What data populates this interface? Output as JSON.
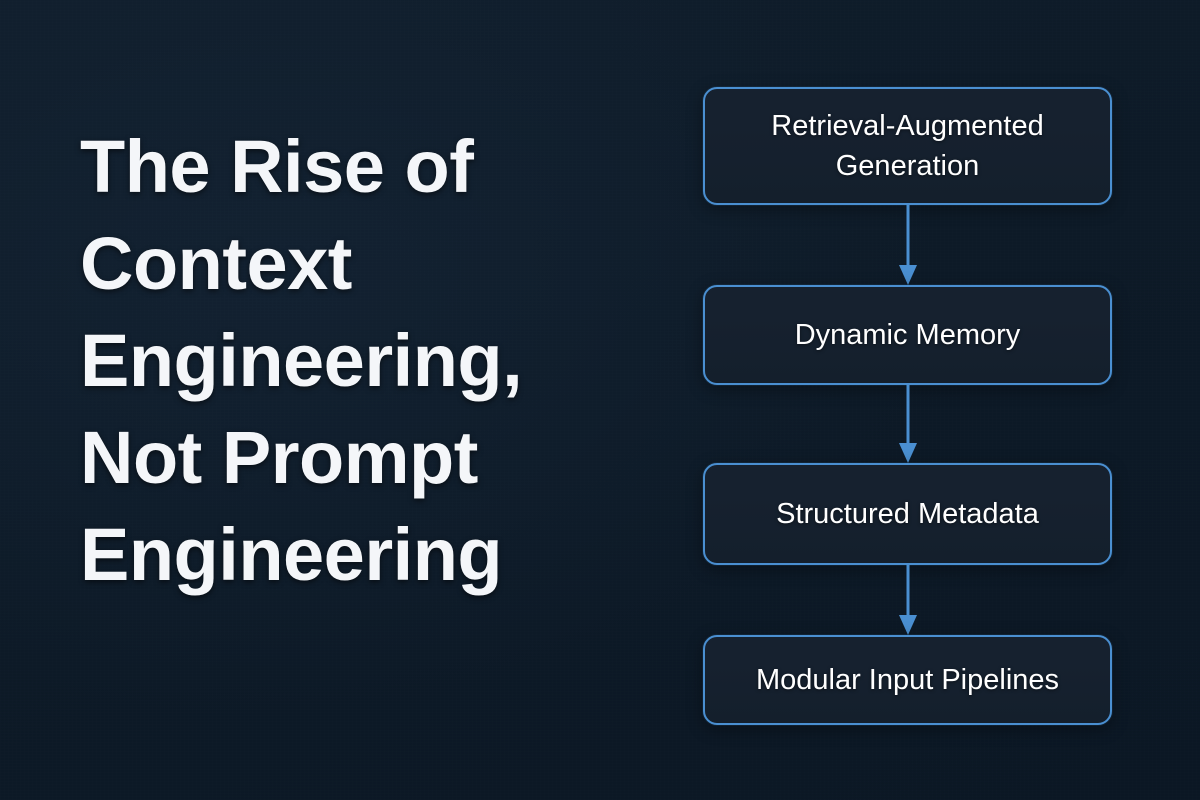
{
  "theme": {
    "background": "#0d1a27",
    "accent": "#4a8fd1",
    "box_fill": "#16212f",
    "heading_color": "#f4f6f9",
    "box_text_color": "#ffffff"
  },
  "headline": {
    "full_text": "The Rise of Context Engineering, Not Prompt Engineering",
    "lines": [
      "The Rise of",
      "Context",
      "Engineering,",
      "Not Prompt",
      "Engineering"
    ]
  },
  "diagram": {
    "type": "vertical-flowchart",
    "direction": "top-to-bottom",
    "nodes": [
      {
        "label": "Retrieval-Augmented Generation"
      },
      {
        "label": "Dynamic Memory"
      },
      {
        "label": "Structured Metadata"
      },
      {
        "label": "Modular Input Pipelines"
      }
    ],
    "connectors": [
      {
        "icon": "down-arrow-icon",
        "from": "Retrieval-Augmented Generation",
        "to": "Dynamic Memory"
      },
      {
        "icon": "down-arrow-icon",
        "from": "Dynamic Memory",
        "to": "Structured Metadata"
      },
      {
        "icon": "down-arrow-icon",
        "from": "Structured Metadata",
        "to": "Modular Input Pipelines"
      }
    ]
  }
}
